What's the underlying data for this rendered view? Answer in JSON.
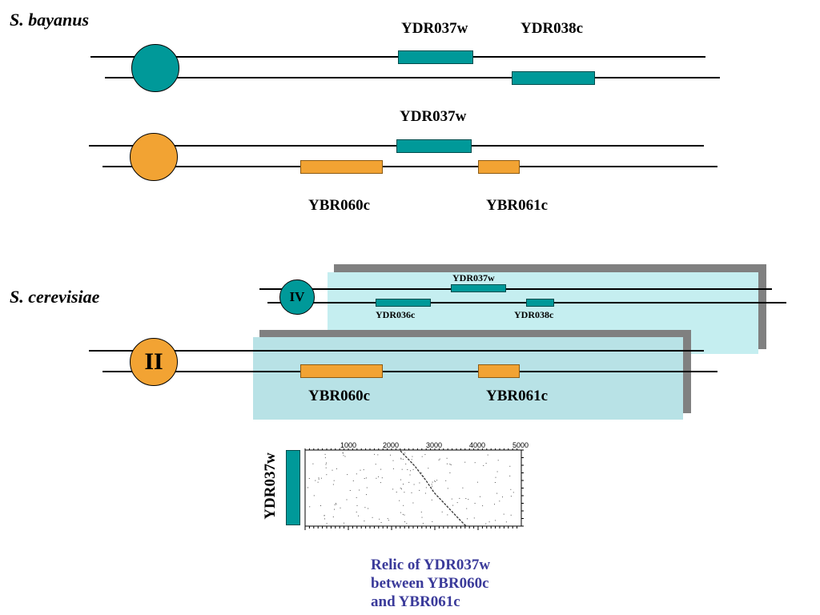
{
  "species": {
    "bayanus": "S. bayanus",
    "cerevisiae": "S. cerevisiae"
  },
  "genes": {
    "row1_top": "YDR037w",
    "row1_bottom": "YDR038c",
    "row2_top": "YDR037w",
    "row2_left": "YBR060c",
    "row2_right": "YBR061c"
  },
  "chromosomes": {
    "iv": "IV",
    "ii": "II"
  },
  "cerevisiae_iv_genes": {
    "top": "YDR037w",
    "left": "YDR036c",
    "right": "YDR038c"
  },
  "cerevisiae_ii_genes": {
    "left": "YBR060c",
    "right": "YBR061c"
  },
  "dotplot": {
    "ylabel": "YDR037w",
    "ticks": [
      "1000",
      "2000",
      "3000",
      "4000",
      "5000"
    ]
  },
  "caption": {
    "line1": "Relic of YDR037w",
    "line2": "between YBR060c",
    "line3": "and YBR061c"
  },
  "colors": {
    "teal": "#009999",
    "orange": "#f2a333",
    "caption": "#3a3a9a"
  }
}
